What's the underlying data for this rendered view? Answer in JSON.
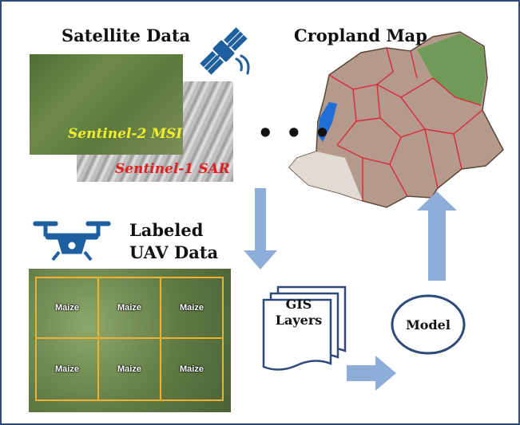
{
  "satellite": {
    "title": "Satellite Data",
    "msi_label": "Sentinel-2 MSI",
    "sar_label": "Sentinel-1 SAR"
  },
  "ellipsis": "• • •",
  "cropland": {
    "title": "Cropland Map"
  },
  "uav": {
    "title_line1": "Labeled",
    "title_line2": "UAV Data",
    "cells": [
      "Maize",
      "Maize",
      "Maize",
      "Maize",
      "Maize",
      "Maize"
    ]
  },
  "gis": {
    "line1": "GIS",
    "line2": "Layers"
  },
  "model": {
    "label": "Model"
  },
  "colors": {
    "arrow": "#8fadd9",
    "icon_blue": "#1e5fa0",
    "border": "#2e4a7a",
    "grid_line": "#f0b030",
    "district_line": "#d8283a",
    "lake": "#1f6fd6"
  },
  "icons": [
    "satellite-icon",
    "drone-icon"
  ]
}
